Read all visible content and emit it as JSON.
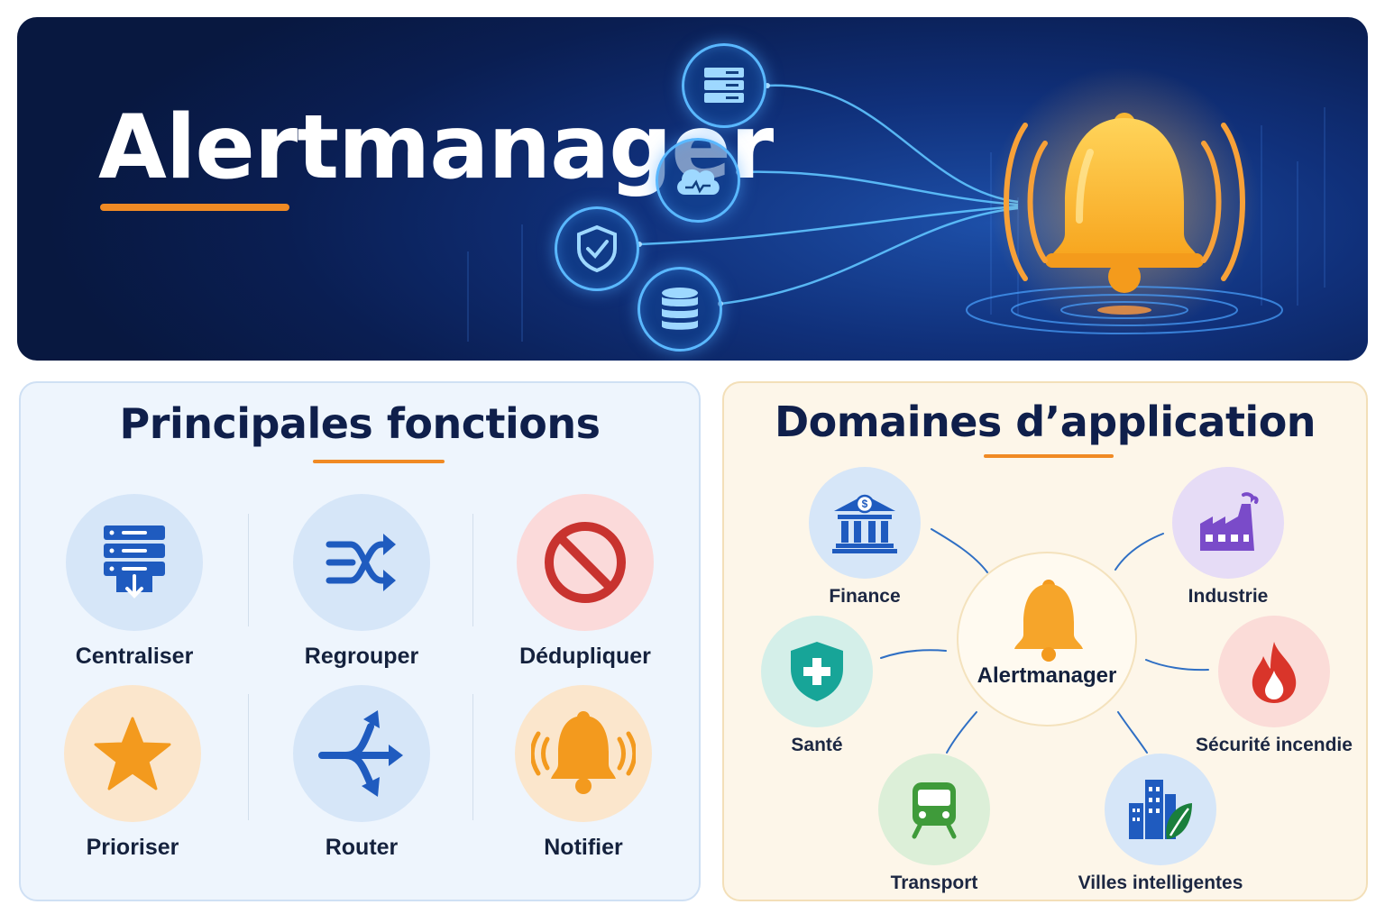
{
  "hero": {
    "title": "Alertmanager",
    "sources": [
      {
        "icon": "server-icon"
      },
      {
        "icon": "cloud-icon"
      },
      {
        "icon": "shield-check-icon"
      },
      {
        "icon": "database-icon"
      }
    ],
    "target_icon": "bell-icon"
  },
  "functions": {
    "title": "Principales fonctions",
    "items": [
      {
        "label": "Centraliser",
        "icon": "server-download-icon",
        "color": "#1f5bbf"
      },
      {
        "label": "Regrouper",
        "icon": "shuffle-icon",
        "color": "#1f5bbf"
      },
      {
        "label": "Dédupliquer",
        "icon": "prohibited-icon",
        "color": "#c8332f"
      },
      {
        "label": "Prioriser",
        "icon": "star-icon",
        "color": "#f39a1e"
      },
      {
        "label": "Router",
        "icon": "route-split-icon",
        "color": "#1f5bbf"
      },
      {
        "label": "Notifier",
        "icon": "bell-ringing-icon",
        "color": "#f39a1e"
      }
    ]
  },
  "domains": {
    "title": "Domaines d’application",
    "hub_label": "Alertmanager",
    "items": [
      {
        "label": "Finance",
        "icon": "bank-icon"
      },
      {
        "label": "Industrie",
        "icon": "factory-icon"
      },
      {
        "label": "Santé",
        "icon": "health-shield-icon"
      },
      {
        "label": "Sécurité incendie",
        "icon": "fire-icon"
      },
      {
        "label": "Transport",
        "icon": "train-icon"
      },
      {
        "label": "Villes intelligentes",
        "icon": "city-leaf-icon"
      }
    ]
  },
  "colors": {
    "accent": "#f08a24",
    "navy": "#0f1f4b",
    "blue": "#1f5bbf",
    "hero_bg": "#0a1e52"
  }
}
